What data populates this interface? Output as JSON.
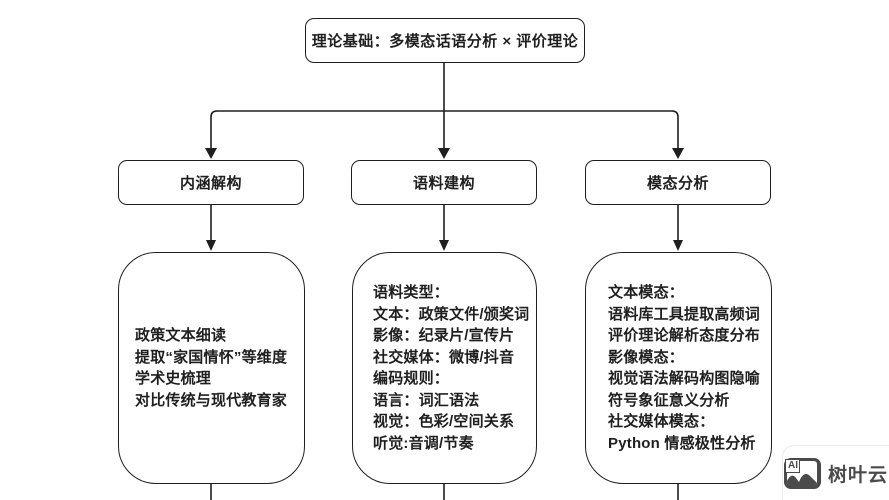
{
  "diagram": {
    "root": {
      "label": "理论基础：多模态话语分析 × 评价理论"
    },
    "branches": [
      {
        "label": "内涵解构",
        "details": [
          "政策文本细读",
          "提取“家国情怀”等维度",
          "学术史梳理",
          "对比传统与现代教育家"
        ]
      },
      {
        "label": "语料建构",
        "details": [
          "语料类型：",
          "文本：政策文件/颁奖词",
          "影像：纪录片/宣传片",
          "社交媒体：微博/抖音",
          "编码规则：",
          "语言：词汇语法",
          "视觉：色彩/空间关系",
          "听觉:音调/节奏"
        ]
      },
      {
        "label": "模态分析",
        "details": [
          "文本模态：",
          "语料库工具提取高频词",
          "评价理论解析态度分布",
          "影像模态：",
          "视觉语法解码构图隐喻",
          "符号象征意义分析",
          "社交媒体模态：",
          "Python 情感极性分析"
        ]
      }
    ]
  },
  "watermark": {
    "icon_label": "AI",
    "brand": "树叶云"
  },
  "colors": {
    "line": "#1f1f1f",
    "background": "#ffffff",
    "watermark_gray": "#4a4a4a"
  }
}
